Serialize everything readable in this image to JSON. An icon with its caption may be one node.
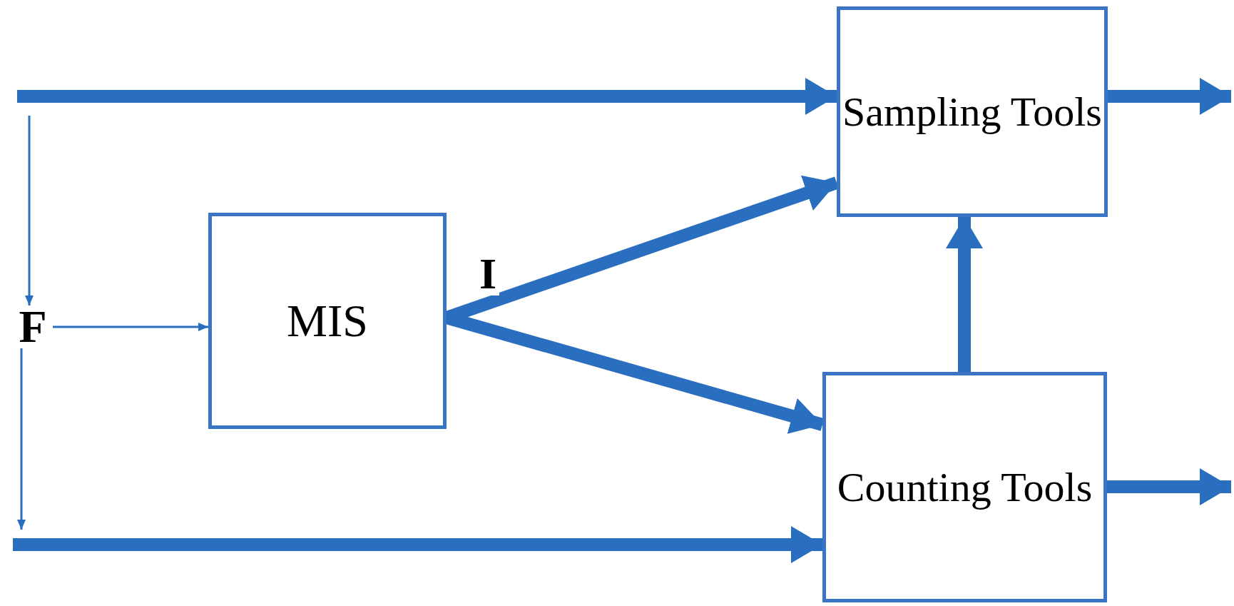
{
  "diagram": {
    "nodes": [
      {
        "text": [
          "Sampling Tools"
        ]
      },
      {
        "text": [
          "MIS"
        ]
      },
      {
        "text": [
          "F"
        ]
      },
      {
        "text": [
          "Counting Tools"
        ]
      }
    ],
    "edges": [
      {
        "from": null,
        "to": 0,
        "arrow": "to"
      },
      {
        "from": null,
        "to": 2,
        "arrow": "to"
      },
      {
        "from": 2,
        "to": 1,
        "arrow": "to"
      },
      {
        "from": 2,
        "to": null,
        "arrow": "to"
      },
      {
        "from": null,
        "to": 3,
        "arrow": "to"
      },
      {
        "from": 1,
        "to": 0,
        "arrow": "to",
        "label": "I"
      },
      {
        "from": 1,
        "to": 3,
        "arrow": "to"
      },
      {
        "from": 3,
        "to": 0,
        "arrow": "to"
      },
      {
        "from": 0,
        "to": null,
        "arrow": "to"
      },
      {
        "from": 3,
        "to": null,
        "arrow": "to"
      }
    ]
  }
}
